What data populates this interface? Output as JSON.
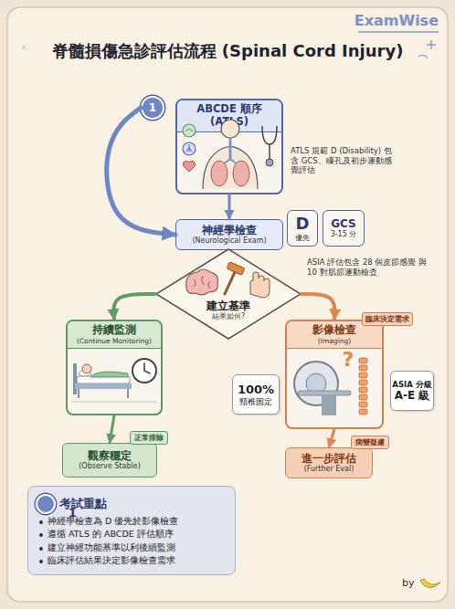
{
  "diagram": {
    "title": "脊髓損傷急診評估流程 (Spinal Cord Injury)",
    "nodes": [
      {
        "text": [
          "1"
        ]
      },
      {
        "text": [
          "ABCDE 順序 (ATLS)"
        ]
      },
      {
        "text": [
          "神經學檢查",
          "(Neurological Exam)"
        ]
      },
      {
        "text": [
          "D",
          "優先"
        ]
      },
      {
        "text": [
          "GCS",
          "3-15 分"
        ]
      },
      {
        "text": [
          "建立基準",
          "結果如何?"
        ]
      },
      {
        "text": [
          "持續監測",
          "(Continue Monitoring)"
        ]
      },
      {
        "text": [
          "影像檢查",
          "(Imaging)"
        ]
      },
      {
        "text": [
          "臨床決定需求"
        ]
      },
      {
        "text": [
          "100%",
          "頸椎固定"
        ]
      },
      {
        "text": [
          "ASIA 分級",
          "A-E 級"
        ]
      },
      {
        "text": [
          "觀察穩定",
          "(Observe Stable)"
        ]
      },
      {
        "text": [
          "正常排除"
        ]
      },
      {
        "text": [
          "進一步評估",
          "(Further Eval)"
        ]
      },
      {
        "text": [
          "病變疑慮"
        ]
      },
      {
        "text": [
          "考試重點",
          "神經學檢查為 D 優先於影像檢查",
          "遵循 ATLS 的 ABCDE 評估順序",
          "建立神經功能基準以利後續監測",
          "臨床評估結果決定影像檢查需求"
        ]
      },
      {
        "text": [
          "1"
        ],
        "in": 15
      }
    ],
    "edges": [
      {
        "from": 0,
        "to": 2,
        "arrow": "to"
      },
      {
        "from": 1,
        "to": 2,
        "arrow": "to"
      },
      {
        "from": 5,
        "to": 6,
        "arrow": "to"
      },
      {
        "from": 5,
        "to": 7,
        "arrow": "to"
      },
      {
        "from": 6,
        "to": 11,
        "arrow": "to"
      },
      {
        "from": 7,
        "to": 13,
        "arrow": "to"
      }
    ],
    "labels": [
      "ExamWise",
      "ATLS 規範 D (Disability) 包含 GCS、瞳孔及初步運動感覺評估",
      "ASIA 評估包含 28 個皮節感覺 與 10 對肌節運動檢查",
      "?",
      "by"
    ]
  }
}
